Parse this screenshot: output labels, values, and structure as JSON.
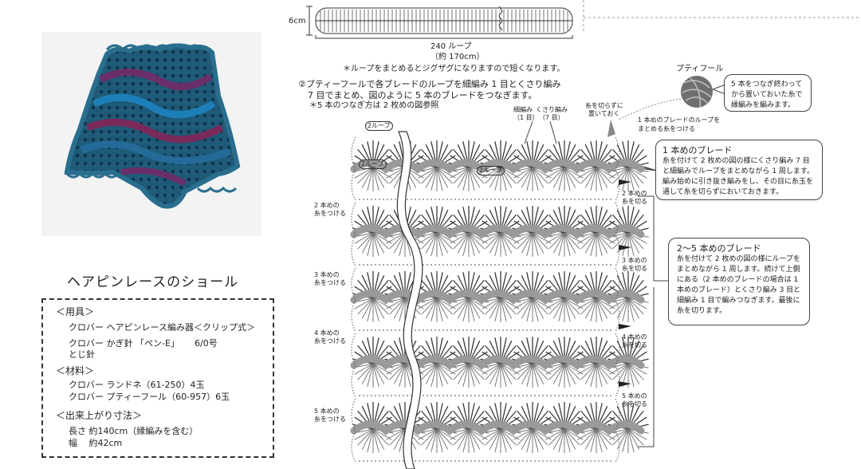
{
  "title": "ヘアピンレースのショール",
  "materials": {
    "sec_tools": "＜用具＞",
    "tool1": "クロバー ヘアピンレース編み器＜クリップ式＞",
    "tool2a": "クロバー かぎ針 「ペン-E」",
    "tool2b": "6/0号",
    "tool3": "とじ針",
    "sec_yarn": "＜材料＞",
    "yarn1": "クロバー ランドネ（61-250）4玉",
    "yarn2": "クロバー プティーフール（60-957）6玉",
    "sec_size": "＜出来上がり寸法＞",
    "size1": "長さ 約140cm（縁編みを含む）",
    "size2": "幅 　約42cm"
  },
  "top": {
    "dim_6cm": "6cm",
    "loops_label": "240 ループ",
    "loops_cm": "（約 170cm）",
    "loop_note": "＊ループをまとめるとジグザグになりますので短くなります。"
  },
  "step2": {
    "line1": "②プティーフールで各ブレードのループを細編み 1 目とくさり編み",
    "line2": "7 目でまとめ、図のように 5 本のブレードをつなぎます。",
    "line3": "＊5 本のつなぎ方は 2 枚めの図参照"
  },
  "diagram_labels": {
    "sc": "細編み",
    "sc_n": "（1 目）",
    "ch": "くさり編み",
    "ch_n": "（7 目）",
    "keep1": "糸を切らずに",
    "keep2": "置いておく",
    "loops2a": "2ループ",
    "loops2b": "2ループ",
    "loops2c": "2ループ",
    "gather1": "1 本めのブレードのループを",
    "gather2": "まとめる糸をつける",
    "ball_name": "プティフール",
    "b2_attach1": "2 本めの",
    "b2_attach2": "糸をつける",
    "b3_attach1": "3 本めの",
    "b3_attach2": "糸をつける",
    "b4_attach1": "4 本めの",
    "b4_attach2": "糸をつける",
    "b5_attach1": "5 本めの",
    "b5_attach2": "糸をつける",
    "b2_cut1": "2 本めの",
    "b2_cut2": "糸を切る",
    "b3_cut1": "3 本めの",
    "b3_cut2": "糸を切る",
    "b4_cut1": "4 本めの",
    "b4_cut2": "糸を切る",
    "b5_cut1": "5 本めの",
    "b5_cut2": "糸を切る"
  },
  "bubbles": {
    "ball_note": "5 本をつなぎ終わってから置いておいた糸で縁編みを編みます。",
    "braid1_head": "1 本めのブレード",
    "braid1_body": "糸を付けて 2 枚めの図の様にくさり編み 7 目と細編みでループをまとめながら 1 周します。編み始めに引き抜き編みをし、その目に糸玉を通して糸を切らずにおいておきます。",
    "braid25_head": "2〜5 本めのブレード",
    "braid25_body": "糸を付けて 2 枚めの図の様にループをまとめながら 1 周します。続けて上側にある（2 本めのブレードの場合は 1 本めのブレード）とくさり編み 3 目と細編み 1 目で編みつなぎます。最後に糸を切ります。"
  },
  "colors": {
    "shawl_teal": "#1f5a78",
    "shawl_purple": "#6a2f6a",
    "shawl_blue": "#1d7fb8",
    "gray_loop": "#9a9a9a",
    "dark_fan": "#3a3a3a"
  }
}
